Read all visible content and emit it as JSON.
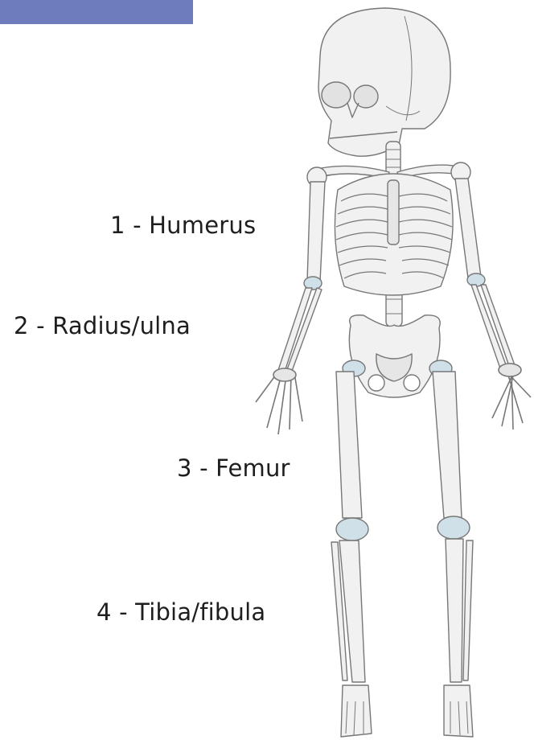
{
  "header": {
    "accent_color": "#6e7bbd"
  },
  "labels": [
    {
      "number": "1",
      "separator": "-",
      "name": "Humerus"
    },
    {
      "number": "2",
      "separator": "-",
      "name": "Radius/ulna"
    },
    {
      "number": "3",
      "separator": "-",
      "name": "Femur"
    },
    {
      "number": "4",
      "separator": "-",
      "name": "Tibia/fibula"
    }
  ],
  "colors": {
    "bone_fill": "#f1f1f1",
    "bone_stroke": "#777777",
    "joint_fill": "#cfe0e8"
  }
}
